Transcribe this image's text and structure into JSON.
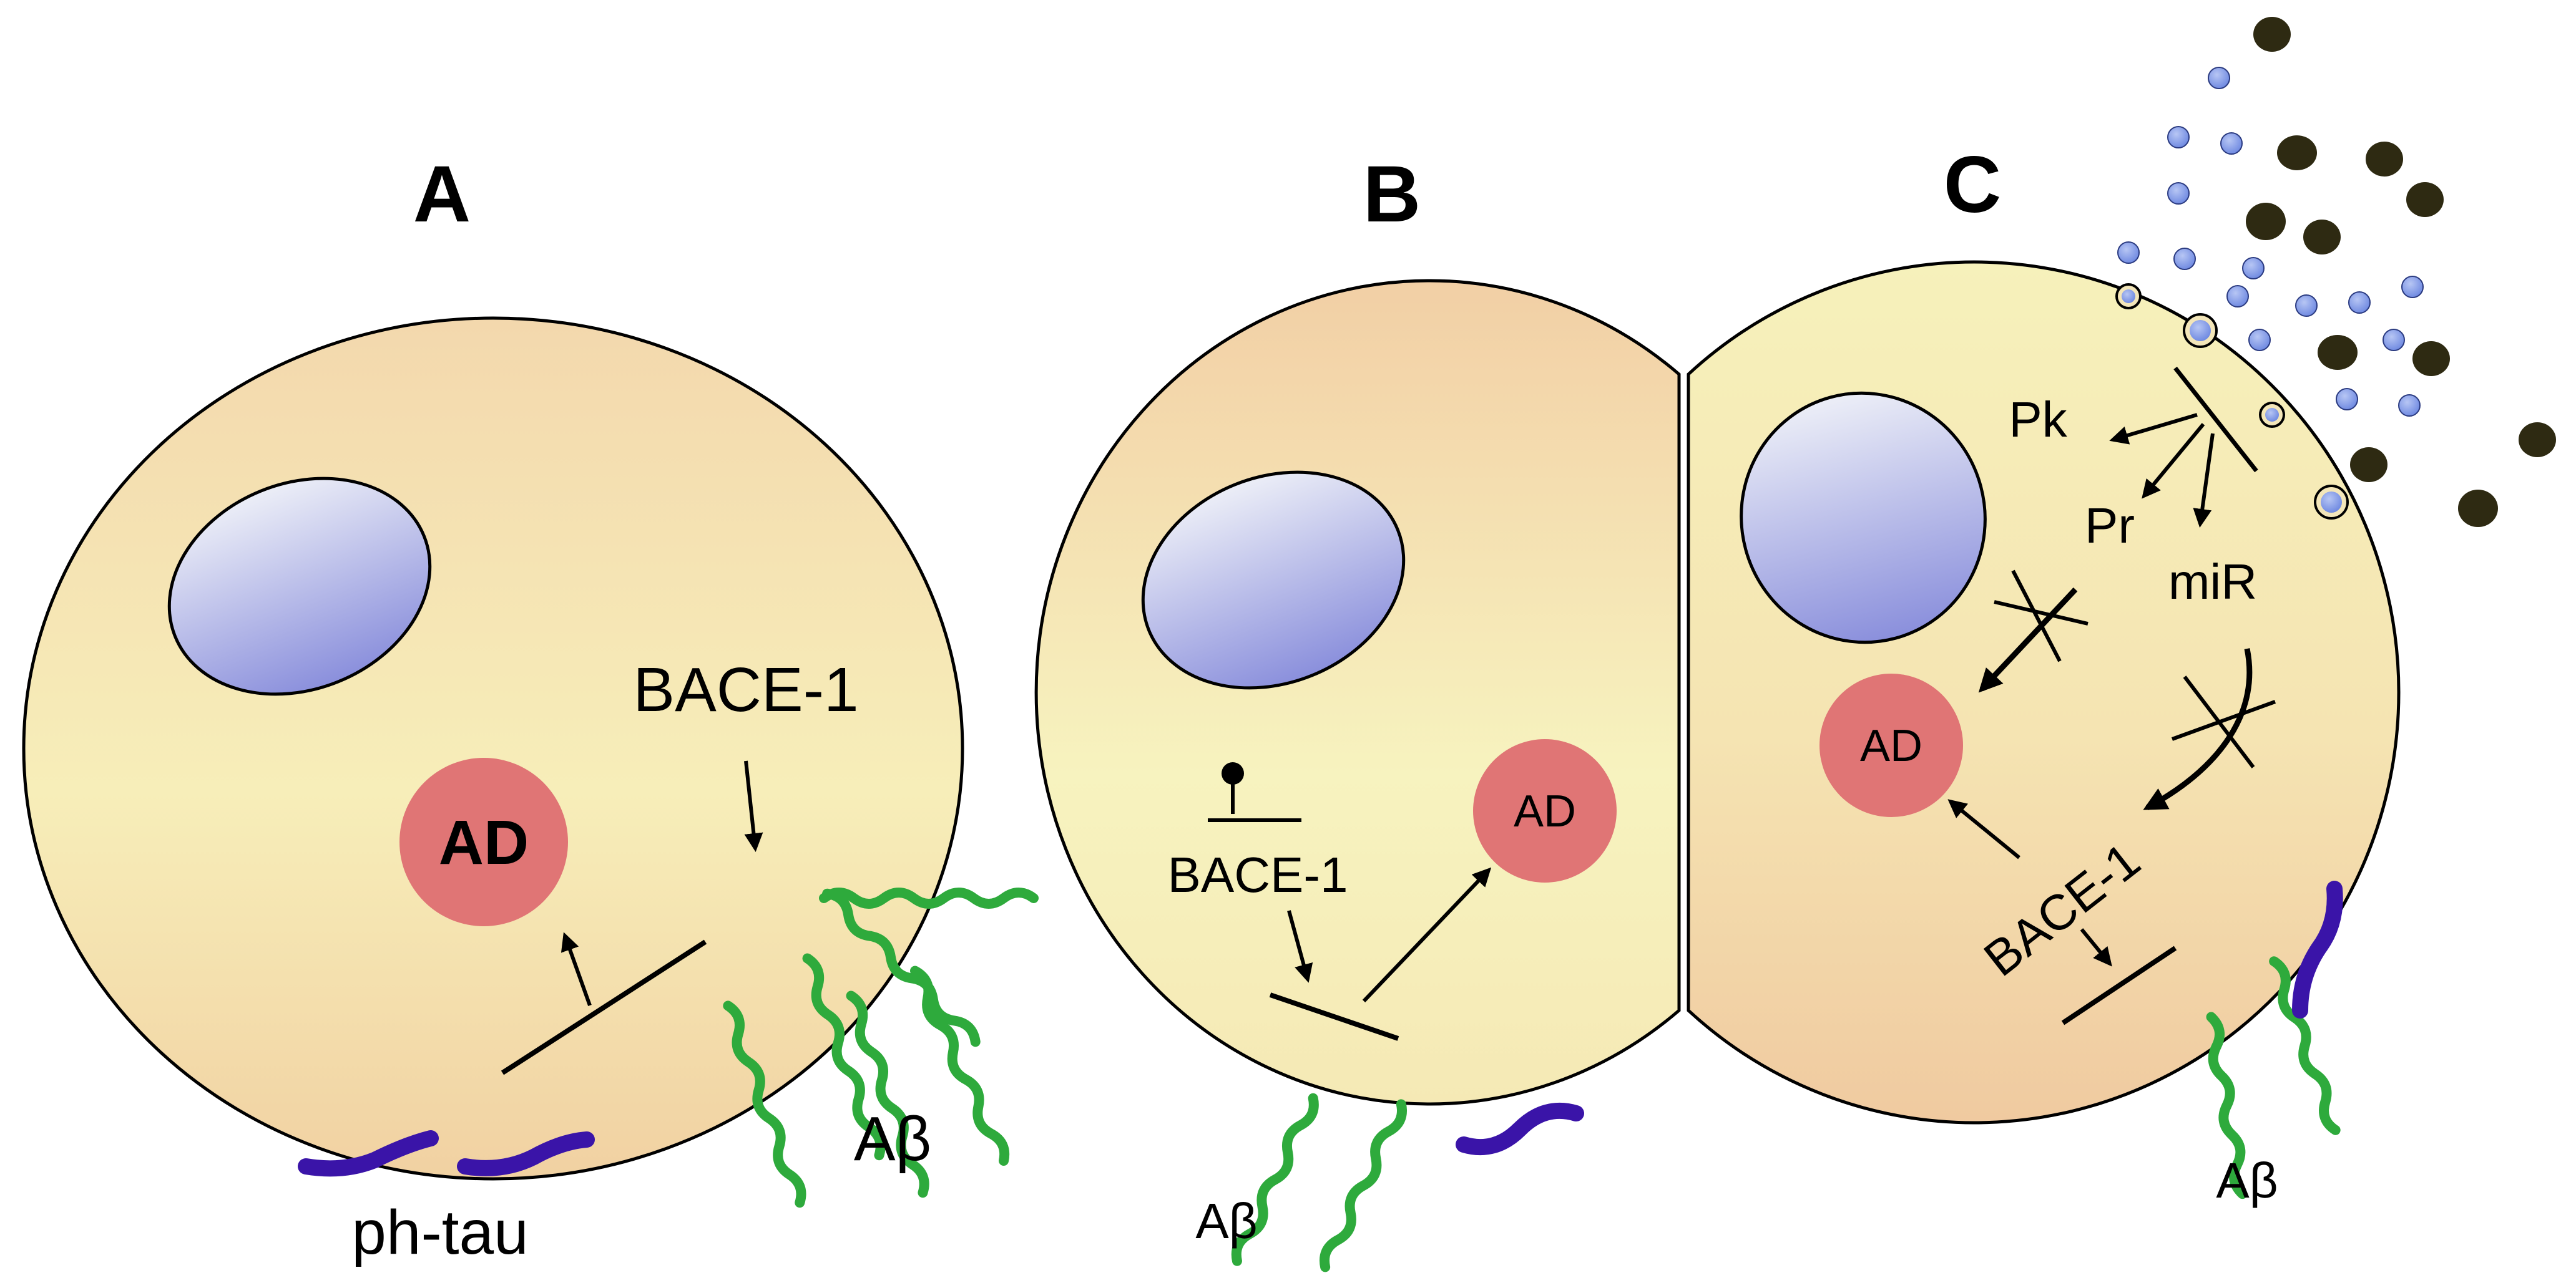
{
  "panels": {
    "a": {
      "letter": "A",
      "ad_label": "AD",
      "bace_label": "BACE-1",
      "abeta_label": "Aβ",
      "tau_label": "ph-tau"
    },
    "b": {
      "letter": "B",
      "ad_label": "AD",
      "bace_label": "BACE-1",
      "abeta_label": "Aβ"
    },
    "c": {
      "letter": "C",
      "ad_label": "AD",
      "bace_label": "BACE-1",
      "abeta_label": "Aβ",
      "pk_label": "Pk",
      "pr_label": "Pr",
      "mir_label": "miR"
    }
  },
  "colors": {
    "cell_fill_top": "#f2d3a8",
    "cell_fill_bottom": "#f7f1b8",
    "nucleus_light": "#e6e8f4",
    "nucleus_dark": "#8a8fdc",
    "ad_fill": "#e07575",
    "amyloid": "#2eaa3c",
    "tau": "#3a14a8",
    "dark_particle": "#2e2a12",
    "blue_particle": "#7f98e6"
  }
}
